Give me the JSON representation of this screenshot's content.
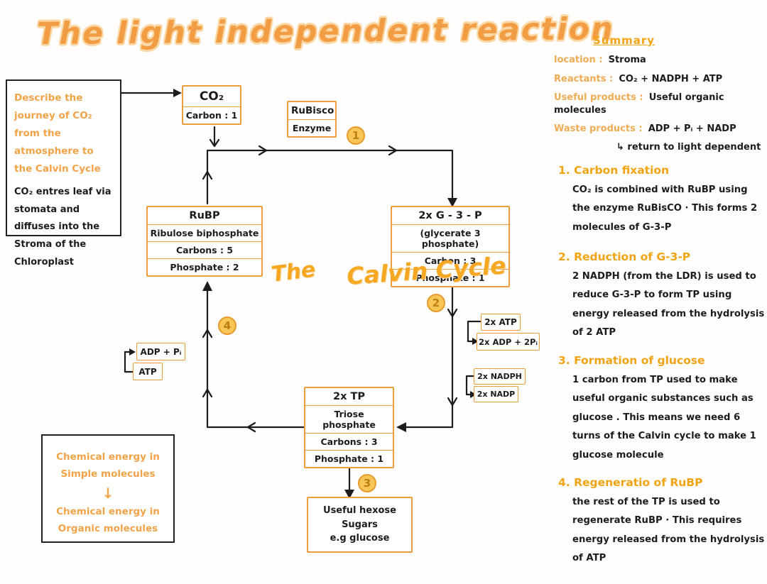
{
  "title": "The light independent reaction",
  "summary": {
    "heading": "Summary",
    "rows": [
      {
        "label": "location :",
        "value": "Stroma"
      },
      {
        "label": "Reactants :",
        "value": "CO₂ + NADPH + ATP"
      },
      {
        "label": "Useful products :",
        "value": "Useful organic molecules"
      },
      {
        "label": "Waste products :",
        "value": "ADP + Pᵢ + NADP"
      }
    ],
    "waste_note": "↳ return to light dependent"
  },
  "question_box": {
    "prompt": "Describe the journey of CO₂ from the atmosphere to the Calvin Cycle",
    "answer": "CO₂ entres leaf via stomata and diffuses into the Stroma of the Chloroplast"
  },
  "center_label": {
    "line1": "The",
    "line2": "Calvin Cycle"
  },
  "nodes": {
    "co2": {
      "title": "CO₂",
      "rows": [
        "Carbon : 1"
      ]
    },
    "rubisco": {
      "title": "RuBisco",
      "rows": [
        "Enzyme"
      ]
    },
    "rubp": {
      "title": "RuBP",
      "rows": [
        "Ribulose biphosphate",
        "Carbons : 5",
        "Phosphate : 2"
      ]
    },
    "g3p": {
      "title": "2x G - 3 - P",
      "rows": [
        "(glycerate 3 phosphate)",
        "Carbon : 3",
        "Phosphate : 1"
      ]
    },
    "tp": {
      "title": "2x TP",
      "rows": [
        "Triose phosphate",
        "Carbons : 3",
        "Phosphate : 1"
      ]
    },
    "hexose": {
      "line1": "Useful hexose Sugars",
      "line2": "e.g glucose"
    },
    "adp_pi": "ADP + Pᵢ",
    "atp": "ATP",
    "atp_2x": "2x ATP",
    "adp_2x": "2x ADP + 2Pᵢ",
    "nadph_2x": "2x NADPH",
    "nadp_2x": "2x NADP"
  },
  "step_markers": {
    "s1": "1",
    "s2": "2",
    "s3": "3",
    "s4": "4"
  },
  "steps": [
    {
      "heading": "1. Carbon fixation",
      "body": "CO₂ is combined with RuBP using the enzyme RuBisCO · This forms 2 molecules of G-3-P"
    },
    {
      "heading": "2. Reduction of G-3-P",
      "body": "2 NADPH (from the LDR) is used to reduce G-3-P to form TP using energy released from the hydrolysis of 2 ATP"
    },
    {
      "heading": "3. Formation of glucose",
      "body": "1 carbon from TP used to make useful organic substances such as glucose . This means we need 6 turns of the Calvin cycle to make 1 glucose molecule"
    },
    {
      "heading": "4. Regeneratio of RuBP",
      "body": "the rest of the TP is used to regenerate RuBP · This requires energy released from the hydrolysis of ATP"
    }
  ],
  "energy_box": {
    "line1": "Chemical energy in Simple molecules",
    "arrow": "↓",
    "line2": "Chemical energy in Organic molecules"
  },
  "colors": {
    "accent_orange": "#ED9E3C",
    "heading_orange": "#F2A312",
    "title_orange": "#F29D44",
    "ink_black": "#1C1C1C"
  }
}
